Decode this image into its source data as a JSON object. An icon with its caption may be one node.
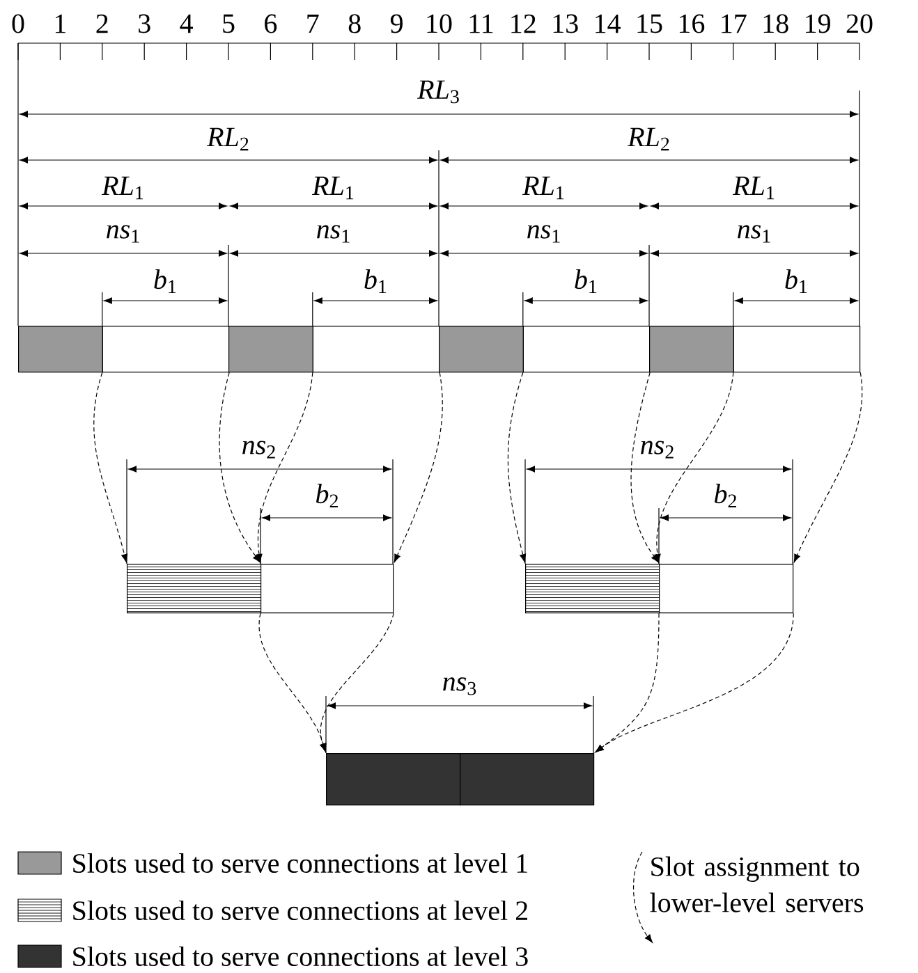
{
  "diagram": {
    "nodes": [
      {
        "text": [],
        "shape": "box"
      },
      {
        "text": [],
        "shape": "box"
      },
      {
        "text": [],
        "shape": "box"
      },
      {
        "text": [],
        "shape": "box"
      },
      {
        "text": [],
        "shape": "box"
      },
      {
        "text": [],
        "shape": "box"
      },
      {
        "text": [],
        "shape": "box"
      },
      {
        "text": [],
        "shape": "box"
      },
      {
        "text": [],
        "shape": "box"
      },
      {
        "text": [],
        "shape": "box"
      },
      {
        "text": [],
        "shape": "box"
      },
      {
        "text": [],
        "shape": "box"
      },
      {
        "text": [],
        "shape": "box"
      },
      {
        "text": [],
        "shape": "box"
      }
    ],
    "edges": [
      {
        "from": 1,
        "to": 8,
        "arrow": "to",
        "style": "dashed"
      },
      {
        "from": 1,
        "to": 8,
        "arrow": "to",
        "style": "dashed"
      },
      {
        "from": 3,
        "to": 9,
        "arrow": "to",
        "style": "dashed"
      },
      {
        "from": 3,
        "to": 9,
        "arrow": "to",
        "style": "dashed"
      },
      {
        "from": 5,
        "to": 10,
        "arrow": "to",
        "style": "dashed"
      },
      {
        "from": 5,
        "to": 10,
        "arrow": "to",
        "style": "dashed"
      },
      {
        "from": 7,
        "to": 11,
        "arrow": "to",
        "style": "dashed"
      },
      {
        "from": 7,
        "to": 11,
        "arrow": "to",
        "style": "dashed"
      },
      {
        "from": 9,
        "to": 12,
        "arrow": "to",
        "style": "dashed"
      },
      {
        "from": 9,
        "to": 12,
        "arrow": "to",
        "style": "dashed"
      },
      {
        "from": 11,
        "to": 13,
        "arrow": "to",
        "style": "dashed"
      },
      {
        "from": 11,
        "to": 13,
        "arrow": "to",
        "style": "dashed"
      }
    ],
    "labels": [
      "0",
      "1",
      "2",
      "3",
      "4",
      "5",
      "6",
      "7",
      "8",
      "9",
      "10",
      "11",
      "12",
      "13",
      "14",
      "15",
      "16",
      "17",
      "18",
      "19",
      "20",
      "*RL*$_{3}$",
      "*RL*$_{2}$",
      "*RL*$_{2}$",
      "*RL*$_{1}$",
      "*RL*$_{1}$",
      "*RL*$_{1}$",
      "*RL*$_{1}$",
      "*ns*$_{1}$",
      "*ns*$_{1}$",
      "*ns*$_{1}$",
      "*ns*$_{1}$",
      "*b*$_{1}$",
      "*b*$_{1}$",
      "*b*$_{1}$",
      "*b*$_{1}$",
      "*ns*$_{2}$",
      "*ns*$_{2}$",
      "*b*$_{2}$",
      "*b*$_{2}$",
      "*ns*$_{3}$"
    ],
    "legend": [
      {
        "text": "Slots used to serve connections at level 1",
        "color": "#999999"
      },
      {
        "text": "Slots used to serve connections at level 2"
      },
      {
        "text": "Slots used to serve connections at level 3",
        "color": "#333333"
      },
      {
        "text": "Slot assignment to lower-level servers"
      }
    ]
  }
}
